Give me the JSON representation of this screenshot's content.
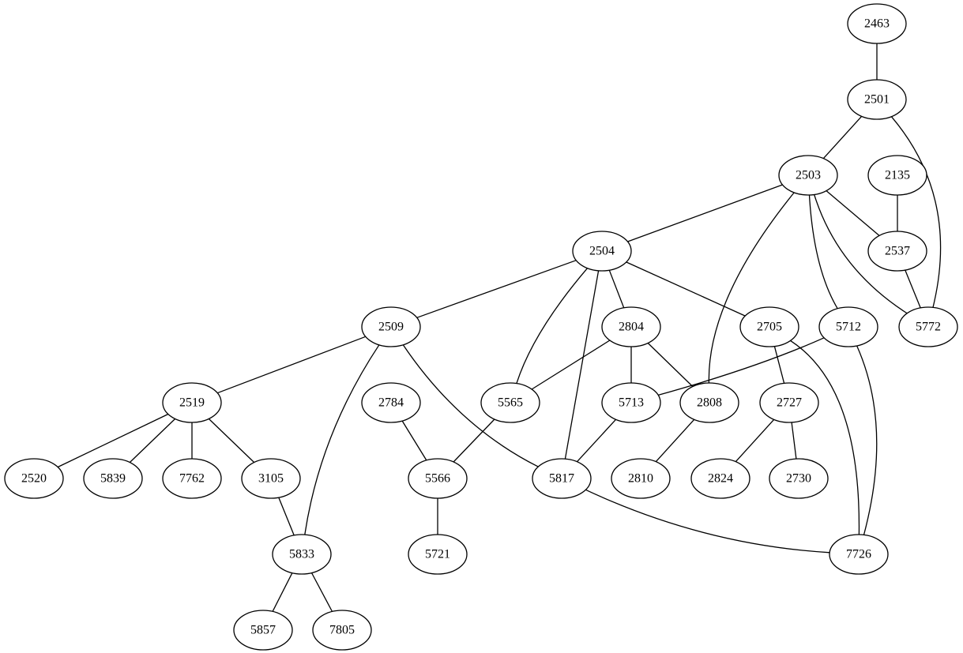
{
  "graph": {
    "type": "undirected",
    "nodes": [
      {
        "id": "2463",
        "label": "2463"
      },
      {
        "id": "2501",
        "label": "2501"
      },
      {
        "id": "2503",
        "label": "2503"
      },
      {
        "id": "2135",
        "label": "2135"
      },
      {
        "id": "2504",
        "label": "2504"
      },
      {
        "id": "2537",
        "label": "2537"
      },
      {
        "id": "2509",
        "label": "2509"
      },
      {
        "id": "2804",
        "label": "2804"
      },
      {
        "id": "2705",
        "label": "2705"
      },
      {
        "id": "5712",
        "label": "5712"
      },
      {
        "id": "5772",
        "label": "5772"
      },
      {
        "id": "2519",
        "label": "2519"
      },
      {
        "id": "2784",
        "label": "2784"
      },
      {
        "id": "5565",
        "label": "5565"
      },
      {
        "id": "5713",
        "label": "5713"
      },
      {
        "id": "2808",
        "label": "2808"
      },
      {
        "id": "2727",
        "label": "2727"
      },
      {
        "id": "2520",
        "label": "2520"
      },
      {
        "id": "5839",
        "label": "5839"
      },
      {
        "id": "7762",
        "label": "7762"
      },
      {
        "id": "3105",
        "label": "3105"
      },
      {
        "id": "5566",
        "label": "5566"
      },
      {
        "id": "5817",
        "label": "5817"
      },
      {
        "id": "2810",
        "label": "2810"
      },
      {
        "id": "2824",
        "label": "2824"
      },
      {
        "id": "2730",
        "label": "2730"
      },
      {
        "id": "5833",
        "label": "5833"
      },
      {
        "id": "5721",
        "label": "5721"
      },
      {
        "id": "7726",
        "label": "7726"
      },
      {
        "id": "5857",
        "label": "5857"
      },
      {
        "id": "7805",
        "label": "7805"
      }
    ],
    "edges": [
      {
        "from": "2463",
        "to": "2501"
      },
      {
        "from": "2501",
        "to": "2503"
      },
      {
        "from": "2501",
        "to": "5772"
      },
      {
        "from": "2503",
        "to": "2504"
      },
      {
        "from": "2503",
        "to": "2537"
      },
      {
        "from": "2503",
        "to": "2808"
      },
      {
        "from": "2503",
        "to": "5712"
      },
      {
        "from": "2503",
        "to": "5772"
      },
      {
        "from": "2135",
        "to": "2537"
      },
      {
        "from": "2537",
        "to": "5772"
      },
      {
        "from": "2504",
        "to": "2509"
      },
      {
        "from": "2504",
        "to": "5565"
      },
      {
        "from": "2504",
        "to": "5817"
      },
      {
        "from": "2504",
        "to": "2804"
      },
      {
        "from": "2504",
        "to": "2705"
      },
      {
        "from": "2509",
        "to": "2519"
      },
      {
        "from": "2509",
        "to": "5833"
      },
      {
        "from": "2509",
        "to": "5817"
      },
      {
        "from": "2804",
        "to": "5565"
      },
      {
        "from": "2804",
        "to": "5713"
      },
      {
        "from": "2804",
        "to": "2808"
      },
      {
        "from": "2705",
        "to": "2727"
      },
      {
        "from": "2705",
        "to": "7726"
      },
      {
        "from": "5712",
        "to": "5713"
      },
      {
        "from": "5712",
        "to": "7726"
      },
      {
        "from": "2519",
        "to": "2520"
      },
      {
        "from": "2519",
        "to": "5839"
      },
      {
        "from": "2519",
        "to": "7762"
      },
      {
        "from": "2519",
        "to": "3105"
      },
      {
        "from": "2784",
        "to": "5566"
      },
      {
        "from": "5565",
        "to": "5566"
      },
      {
        "from": "5713",
        "to": "5817"
      },
      {
        "from": "2808",
        "to": "2810"
      },
      {
        "from": "2727",
        "to": "2824"
      },
      {
        "from": "2727",
        "to": "2730"
      },
      {
        "from": "3105",
        "to": "5833"
      },
      {
        "from": "5566",
        "to": "5721"
      },
      {
        "from": "5817",
        "to": "7726"
      },
      {
        "from": "5833",
        "to": "5857"
      },
      {
        "from": "5833",
        "to": "7805"
      }
    ]
  }
}
